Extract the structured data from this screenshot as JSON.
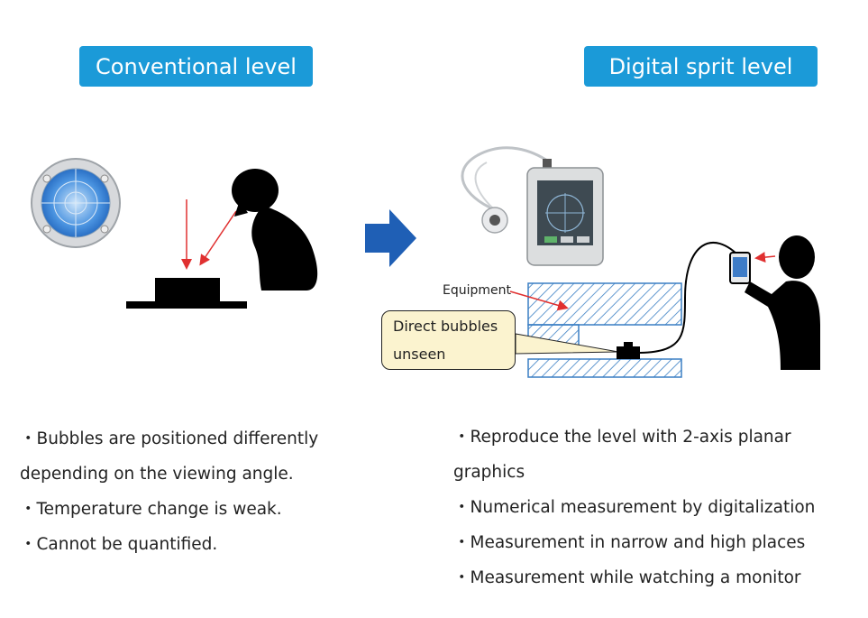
{
  "headers": {
    "left": "Conventional level",
    "right": "Digital sprit level"
  },
  "labels": {
    "equipment": "Equipment",
    "note_line1": "Direct bubbles",
    "note_line2": "unseen"
  },
  "left_list": [
    "・Bubbles are positioned differently",
    "depending on the viewing angle.",
    "・Temperature change is weak.",
    "・Cannot be quantified."
  ],
  "right_list": [
    "・Reproduce the level with 2-axis planar",
    "graphics",
    "・Numerical measurement by digitalization",
    "・Measurement in narrow and high places",
    "・Measurement while watching a monitor"
  ],
  "colors": {
    "header_bg": "#1b9ad8",
    "arrow_blue": "#1f5fb5",
    "sight_line_red": "#e03030",
    "hatch_blue": "#3a7fc4",
    "note_bg": "#fbf3cf"
  },
  "icons": [
    "bubble-level-icon",
    "person-silhouette-icon",
    "right-arrow-icon",
    "sensor-device-icon",
    "tablet-monitor-icon",
    "smartphone-icon"
  ]
}
